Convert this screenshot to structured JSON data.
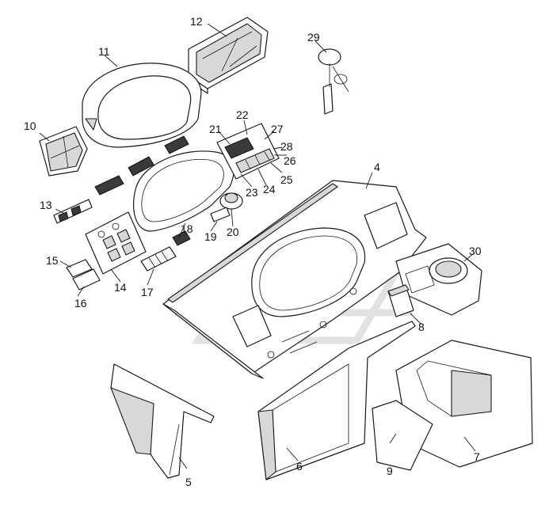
{
  "labels": {
    "p1": "4",
    "p2": "5",
    "p3": "6",
    "p4": "7",
    "p5": "8",
    "p6": "9",
    "p7": "10",
    "p8": "11",
    "p9": "12",
    "p10": "13",
    "p11": "14",
    "p12": "15",
    "p13": "16",
    "p14": "17",
    "p15": "18",
    "p16": "19",
    "p17": "20",
    "p18": "21",
    "p19": "22",
    "p20": "23",
    "p21": "24",
    "p22": "25",
    "p23": "26",
    "p24": "27",
    "p25": "28",
    "p26": "29",
    "p27": "30"
  }
}
